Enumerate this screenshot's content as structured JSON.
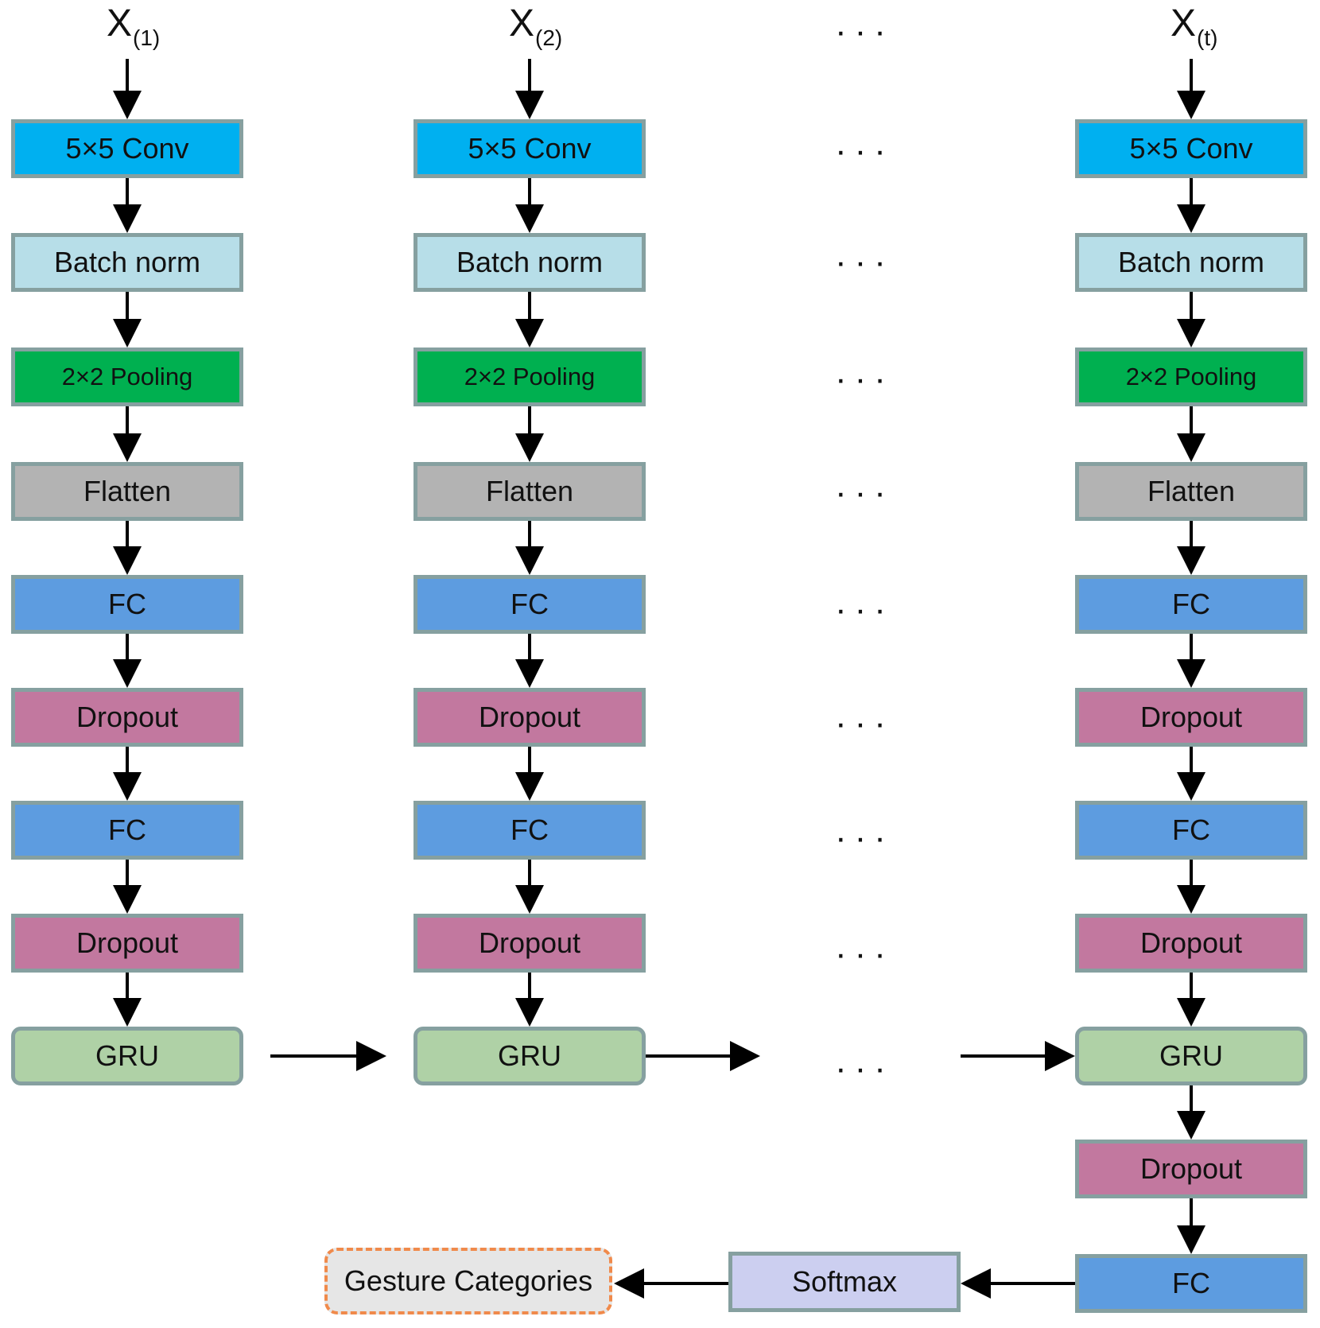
{
  "inputs": [
    {
      "base": "X",
      "sub": "(1)"
    },
    {
      "base": "X",
      "sub": "(2)"
    },
    {
      "base": "X",
      "sub": "(t)"
    }
  ],
  "ellipsis": "···",
  "layers": [
    {
      "label": "5×5 Conv",
      "color": "#00b0f0"
    },
    {
      "label": "Batch norm",
      "color": "#b7dee8"
    },
    {
      "label": "2×2 Pooling",
      "color": "#00b050"
    },
    {
      "label": "Flatten",
      "color": "#b3b3b3"
    },
    {
      "label": "FC",
      "color": "#5d9ce0"
    },
    {
      "label": "Dropout",
      "color": "#c2789f"
    },
    {
      "label": "FC",
      "color": "#5d9ce0"
    },
    {
      "label": "Dropout",
      "color": "#c2789f"
    },
    {
      "label": "GRU",
      "color": "#afd1a6"
    }
  ],
  "head": {
    "dropout": "Dropout",
    "fc": "FC",
    "softmax": "Softmax",
    "output": "Gesture Categories"
  },
  "colors": {
    "softmax": "#cccff0",
    "output": "#e6e6e6",
    "output_border": "#f08a4b",
    "border": "#86a0a0"
  }
}
